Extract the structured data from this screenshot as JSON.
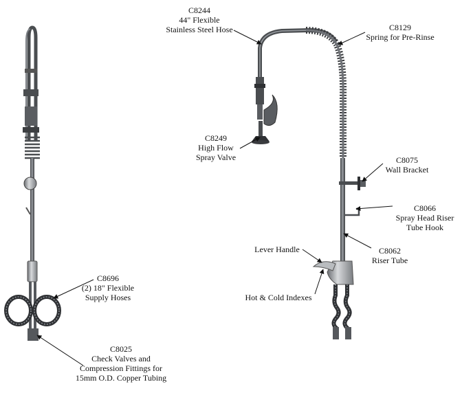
{
  "callouts": {
    "c8244": {
      "code": "C8244",
      "line1": "44\" Flexible",
      "line2": "Stainless Steel Hose"
    },
    "c8129": {
      "code": "C8129",
      "line1": "Spring for Pre-Rinse"
    },
    "c8249": {
      "code": "C8249",
      "line1": "High Flow",
      "line2": "Spray Valve"
    },
    "c8075": {
      "code": "C8075",
      "line1": "Wall Bracket"
    },
    "c8066": {
      "code": "C8066",
      "line1": "Spray Head Riser",
      "line2": "Tube Hook"
    },
    "c8062": {
      "code": "C8062",
      "line1": "Riser Tube"
    },
    "lever": {
      "line1": "Lever Handle"
    },
    "indexes": {
      "line1": "Hot & Cold Indexes"
    },
    "c8696": {
      "code": "C8696",
      "line1": "(2) 18\" Flexible",
      "line2": "Supply Hoses"
    },
    "c8025": {
      "code": "C8025",
      "line1": "Check Valves and",
      "line2": "Compression Fittings for",
      "line3": "15mm O.D. Copper Tubing"
    }
  },
  "colors": {
    "metal": "#5a5d61",
    "metal_light": "#8c9095",
    "metal_dark": "#2f3134",
    "leader": "#111111"
  }
}
